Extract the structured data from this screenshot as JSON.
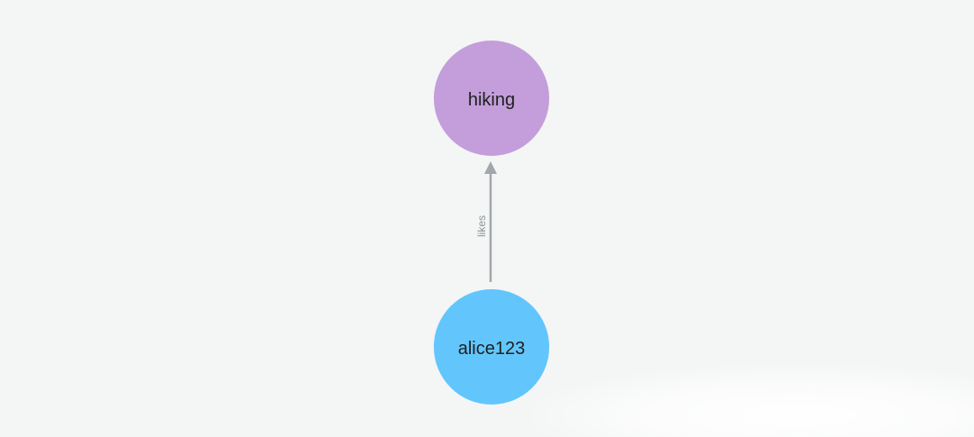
{
  "nodes": {
    "hiking": {
      "label": "hiking",
      "color": "#c39edb"
    },
    "alice": {
      "label": "alice123",
      "color": "#62c6fc"
    }
  },
  "relationship": {
    "label": "likes",
    "color": "#a3a7ad"
  }
}
